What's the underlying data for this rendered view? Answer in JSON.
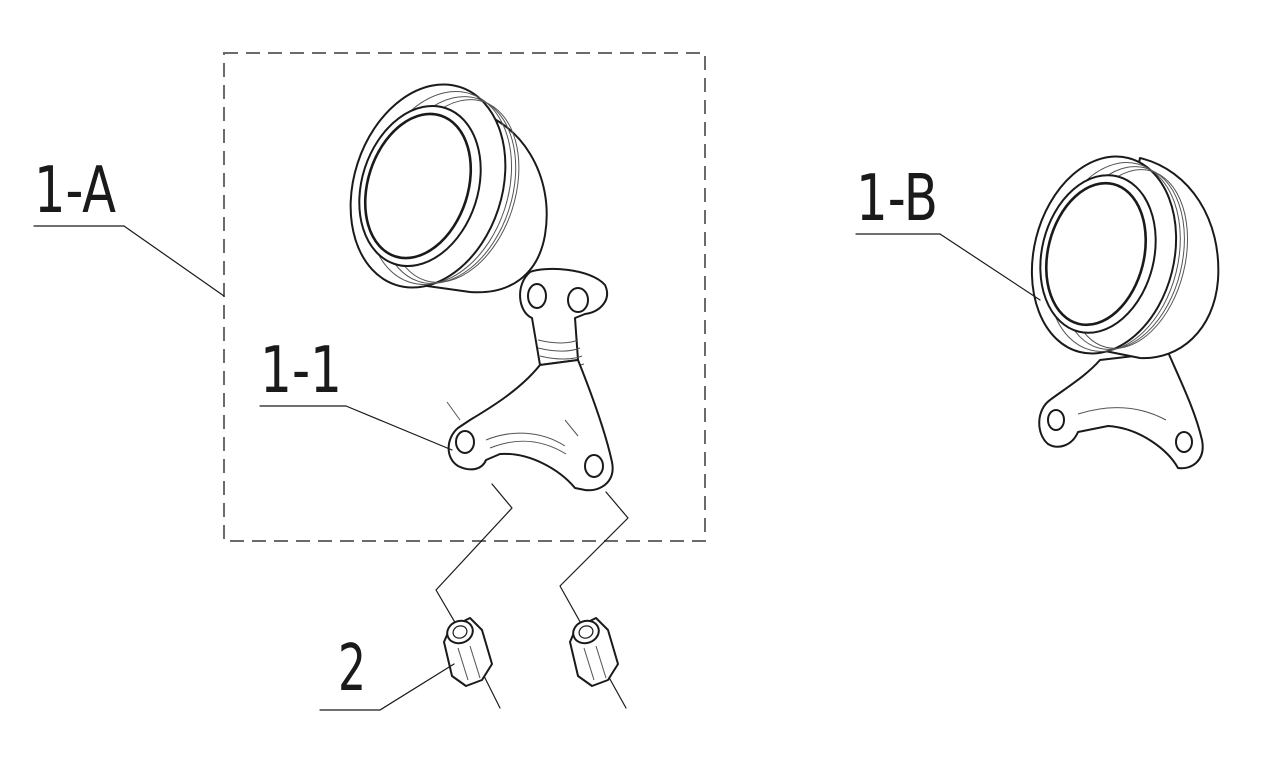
{
  "labels": {
    "assembly_a": "1-A",
    "assembly_b": "1-B",
    "bracket": "1-1",
    "nut": "2"
  },
  "colors": {
    "ink": "#1a1a1a",
    "dash_box": "#6b6b6b",
    "background": "#ffffff"
  }
}
